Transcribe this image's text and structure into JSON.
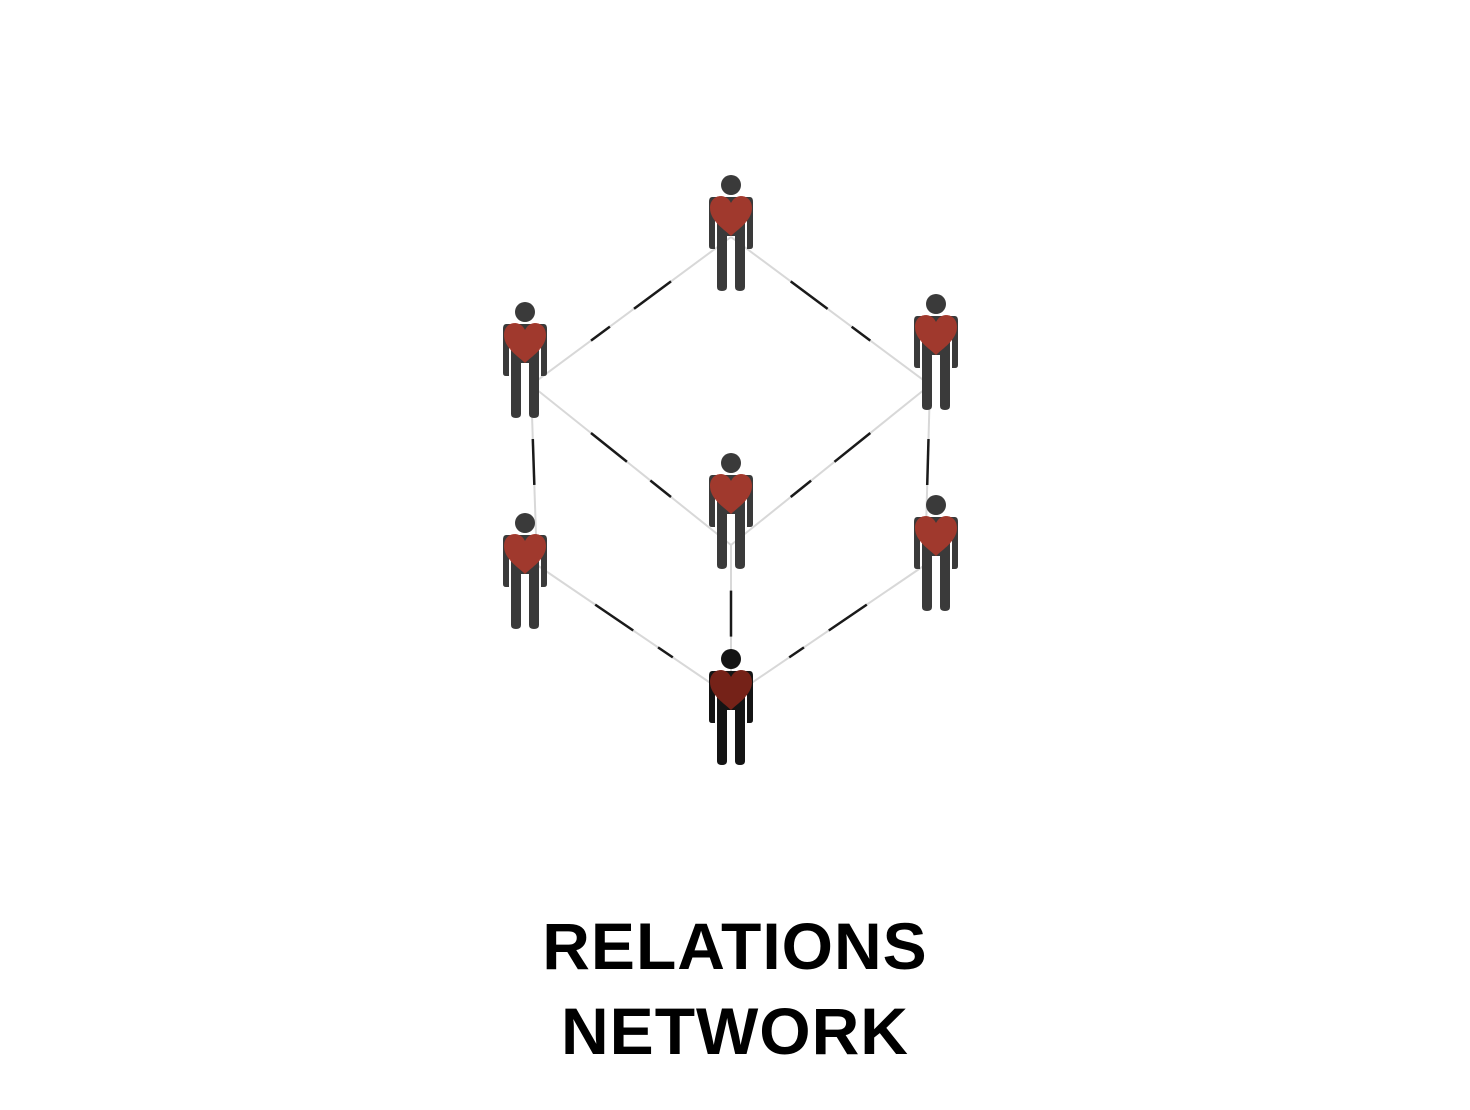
{
  "caption": {
    "line1": "RELATIONS",
    "line2": "NETWORK"
  },
  "colors": {
    "figure_body": "#3a3a3a",
    "figure_body_dark": "#141414",
    "heart": "#a5392c",
    "heart_dark": "#7a2318",
    "link_light": "#d8d8d8",
    "link_dark": "#1a1a1a"
  },
  "nodes": [
    {
      "id": "top",
      "icon": "person-heart-icon"
    },
    {
      "id": "upper-left",
      "icon": "person-heart-icon"
    },
    {
      "id": "upper-right",
      "icon": "person-heart-icon"
    },
    {
      "id": "center",
      "icon": "person-heart-icon"
    },
    {
      "id": "lower-left",
      "icon": "person-heart-icon"
    },
    {
      "id": "lower-right",
      "icon": "person-heart-icon"
    },
    {
      "id": "bottom",
      "icon": "person-heart-icon"
    }
  ],
  "links": [
    [
      "top",
      "upper-left"
    ],
    [
      "top",
      "upper-right"
    ],
    [
      "upper-left",
      "center"
    ],
    [
      "upper-right",
      "center"
    ],
    [
      "upper-left",
      "lower-left"
    ],
    [
      "upper-right",
      "lower-right"
    ],
    [
      "center",
      "bottom"
    ],
    [
      "lower-left",
      "bottom"
    ],
    [
      "lower-right",
      "bottom"
    ]
  ]
}
